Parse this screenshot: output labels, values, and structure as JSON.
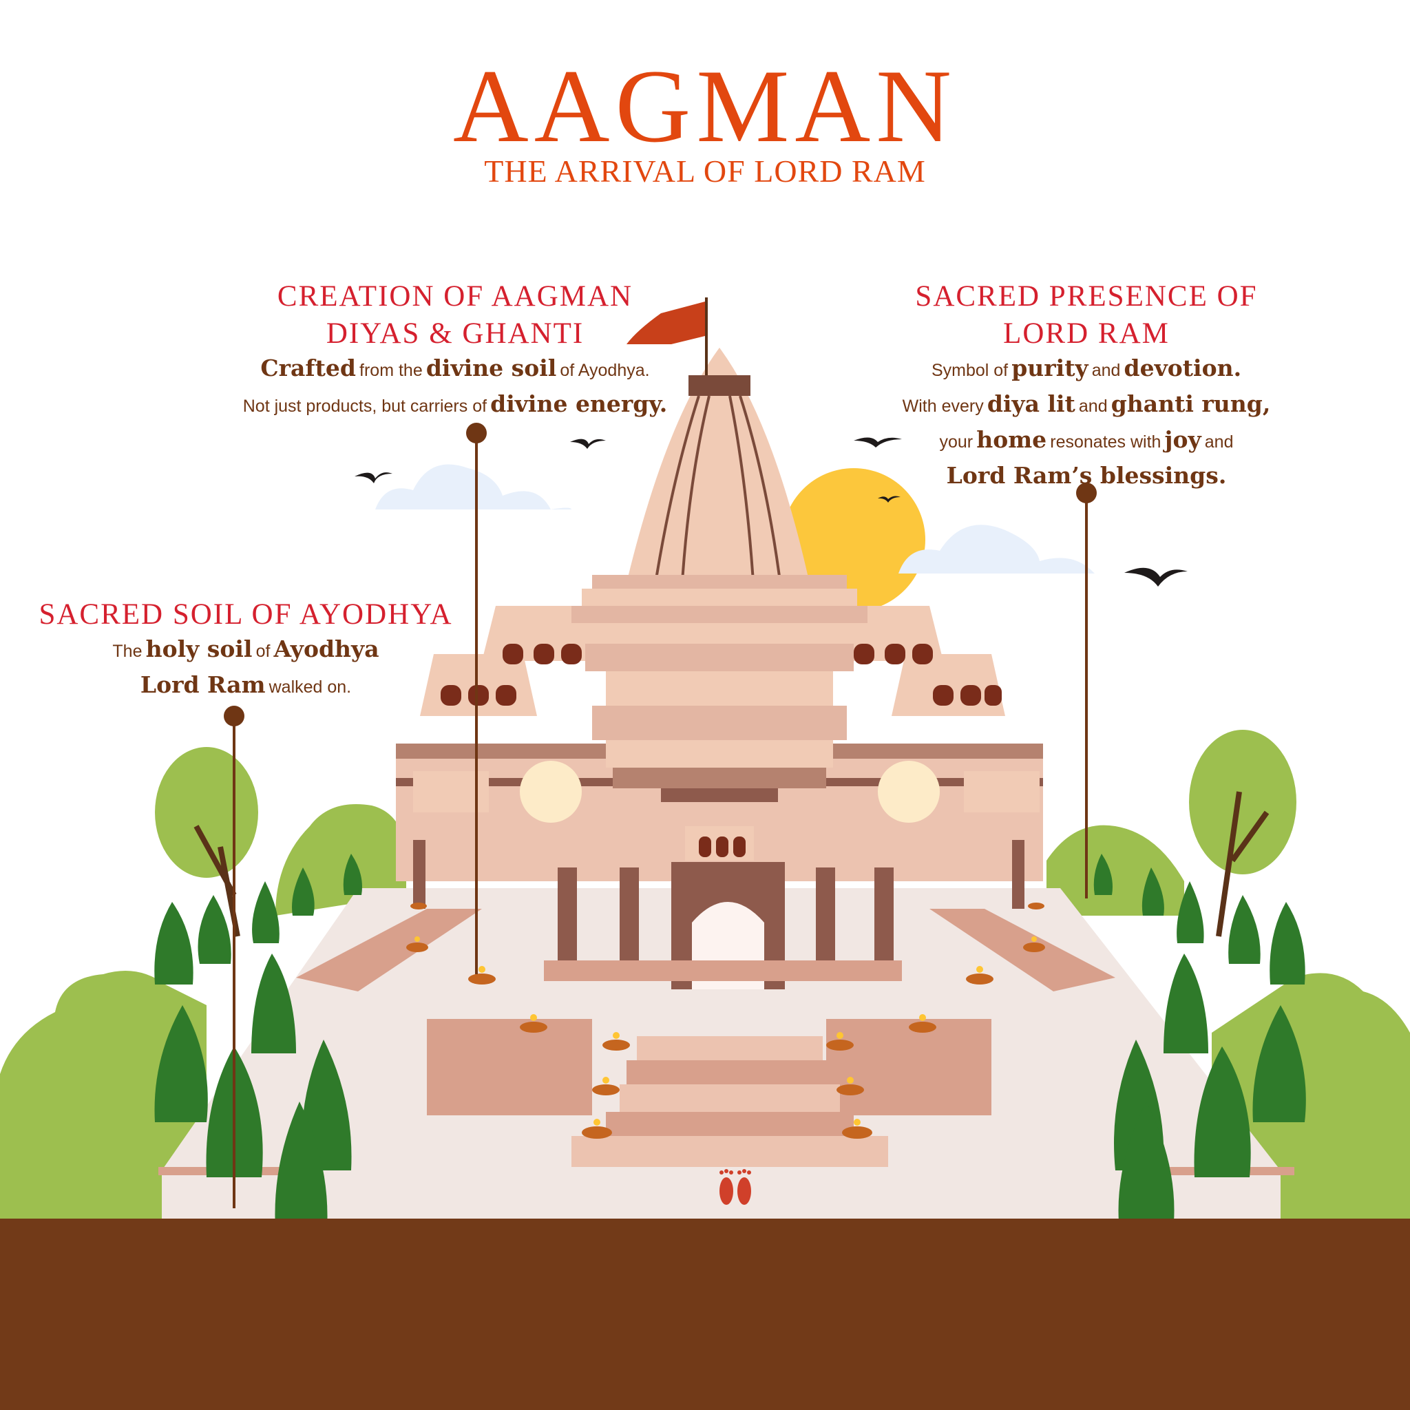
{
  "header": {
    "title": "AAGMAN",
    "subtitle": "THE ARRIVAL OF LORD RAM"
  },
  "callouts": {
    "creation": {
      "heading_line1": "CREATION OF AAGMAN",
      "heading_line2": "DIYAS & GHANTI",
      "line1": [
        "Crafted",
        "from the",
        "divine soil",
        "of Ayodhya."
      ],
      "line2": [
        "Not just products, but carriers of",
        "divine energy."
      ]
    },
    "presence": {
      "heading_line1": "SACRED PRESENCE OF",
      "heading_line2": "LORD RAM",
      "line1": [
        "Symbol of",
        "purity",
        "and",
        "devotion."
      ],
      "line2": [
        "With every",
        "diya lit",
        "and",
        "ghanti rung,"
      ],
      "line3": [
        "your",
        "home",
        "resonates with",
        "joy",
        "and"
      ],
      "line4": [
        "Lord Ram’s blessings."
      ]
    },
    "soil": {
      "heading": "SACRED SOIL OF AYODHYA",
      "line1": [
        "The",
        "holy soil",
        "of",
        "Ayodhya"
      ],
      "line2": [
        "Lord Ram",
        "walked on."
      ]
    }
  },
  "colors": {
    "title": "#e2470f",
    "heading": "#d5202e",
    "body": "#6f3614",
    "soil": "#723a18",
    "sun": "#fcc73c",
    "foliage": "#9dbf4f",
    "conifer": "#2f7a2a"
  }
}
